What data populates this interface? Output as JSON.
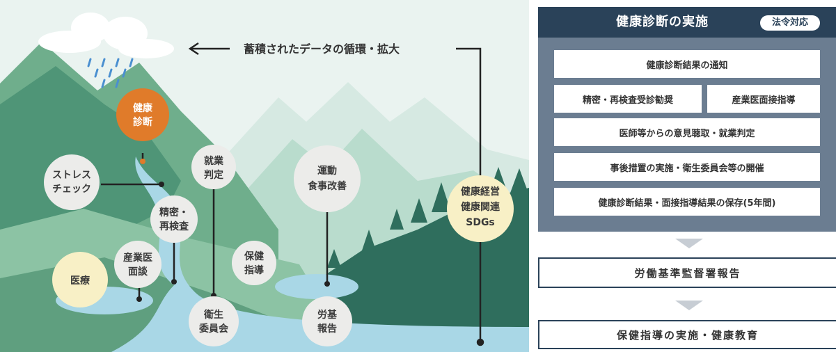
{
  "flow_banner": "蓄積されたデータの循環・拡大",
  "bubbles": {
    "health_check": [
      "健康",
      "診断"
    ],
    "stress_check": [
      "ストレス",
      "チェック"
    ],
    "work_decision": [
      "就業",
      "判定"
    ],
    "exercise_diet": [
      "運動",
      "食事改善"
    ],
    "health_management": [
      "健康経営",
      "健康関連",
      "SDGs"
    ],
    "detailed_recheck": [
      "精密・",
      "再検査"
    ],
    "occupational_physician": [
      "産業医",
      "面談"
    ],
    "medical_care": [
      "医療"
    ],
    "health_guidance": [
      "保健",
      "指導"
    ],
    "labor_report": [
      "労基",
      "報告"
    ],
    "health_committee": [
      "衛生",
      "委員会"
    ]
  },
  "panel": {
    "title": "健康診断の実施",
    "badge": "法令対応",
    "items": {
      "notify": "健康診断結果の通知",
      "recheck": "精密・再検査受診勧奨",
      "interview": "産業医面接指導",
      "opinion": "医師等からの意見聴取・就業判定",
      "post_measures": "事後措置の実施・衛生委員会等の開催",
      "storage": "健康診断結果・面接指導結果の保存(5年間)"
    }
  },
  "labor_office_report": "労働基準監督署報告",
  "health_education": "保健指導の実施・健康教育",
  "colors": {
    "sky": "#eaf3f0",
    "orange": "#e07b2a",
    "cream": "#f8f0c6",
    "bubble_grey": "#ececea",
    "navy": "#2a4259",
    "panel_grey": "#6b7d91",
    "water": "#a9d7e6"
  }
}
